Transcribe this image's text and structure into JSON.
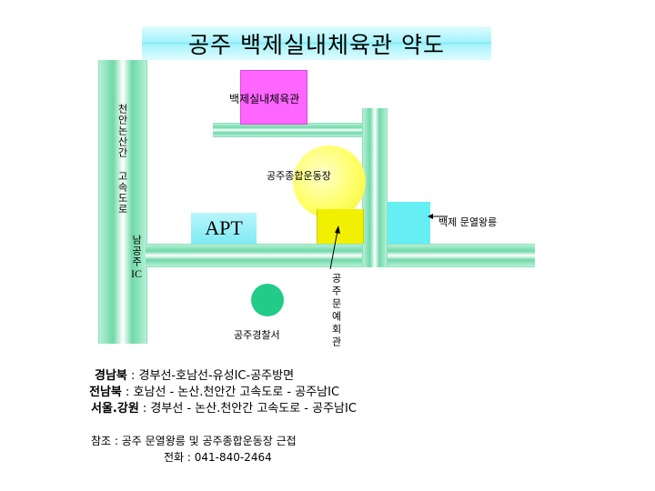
{
  "title": "공주 백제실내체육관 약도",
  "map": {
    "vertical_road_label": "천안논산간 고속도로",
    "ic_label_top": "남공주",
    "ic_label_bottom": "IC",
    "gym_label": "백제실내체육관",
    "stadium_label": "공주종합운동장",
    "apt_label": "APT",
    "tomb_label": "백제 문열왕릉",
    "culture_center_label": "공주문예회관",
    "police_label": "공주경찰서"
  },
  "colors": {
    "road": "#6fd9a8",
    "gym": "#ff66ff",
    "stadium": "#ffff66",
    "apt": "#7feaf5",
    "tomb": "#66eef5",
    "police": "#22cc88"
  },
  "directions": [
    {
      "region": "경남북",
      "route": " : 경부선-호남선-유성IC-공주방면"
    },
    {
      "region": "전남북",
      "route": " : 호남선 - 논산.천안간 고속도로 - 공주남IC"
    },
    {
      "region": "서울.강원",
      "route": " : 경부선 - 논산.천안간 고속도로 - 공주남IC"
    }
  ],
  "note": "참조 : 공주 문열왕릉 및 공주종합운동장 근접",
  "phone": "전화 : 041-840-2464"
}
